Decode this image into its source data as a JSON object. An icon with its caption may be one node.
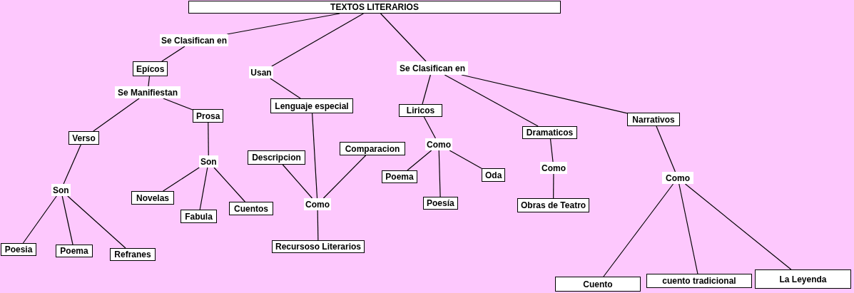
{
  "diagram": {
    "nodes": [
      {
        "text": [
          "TEXTOS LITERARIOS"
        ]
      },
      {
        "text": [
          "Se Clasifican en"
        ]
      },
      {
        "text": [
          "Epícos"
        ]
      },
      {
        "text": [
          "Se Manifiestan"
        ]
      },
      {
        "text": [
          "Prosa"
        ]
      },
      {
        "text": [
          "Verso"
        ]
      },
      {
        "text": [
          "Son"
        ]
      },
      {
        "text": [
          "Novelas"
        ]
      },
      {
        "text": [
          "Fabula"
        ]
      },
      {
        "text": [
          "Cuentos"
        ]
      },
      {
        "text": [
          "Son"
        ]
      },
      {
        "text": [
          "Poesia"
        ]
      },
      {
        "text": [
          "Poema"
        ]
      },
      {
        "text": [
          "Refranes"
        ]
      },
      {
        "text": [
          "Usan"
        ]
      },
      {
        "text": [
          "Lenguaje especial"
        ]
      },
      {
        "text": [
          "Descripcion"
        ]
      },
      {
        "text": [
          "Comparacion"
        ]
      },
      {
        "text": [
          "Como"
        ]
      },
      {
        "text": [
          "Recursoso Literarios"
        ]
      },
      {
        "text": [
          "Se Clasifican en"
        ]
      },
      {
        "text": [
          "Liricos"
        ]
      },
      {
        "text": [
          "Como"
        ]
      },
      {
        "text": [
          "Poema"
        ]
      },
      {
        "text": [
          "Poesía"
        ]
      },
      {
        "text": [
          "Oda"
        ]
      },
      {
        "text": [
          "Dramaticos"
        ]
      },
      {
        "text": [
          "Como"
        ]
      },
      {
        "text": [
          "Obras de Teatro"
        ]
      },
      {
        "text": [
          "Narrativos"
        ]
      },
      {
        "text": [
          "Como"
        ]
      },
      {
        "text": [
          "Cuento"
        ]
      },
      {
        "text": [
          "cuento tradicional"
        ]
      },
      {
        "text": [
          "La Leyenda"
        ]
      }
    ],
    "edges": [
      {
        "from": 0,
        "to": 1,
        "arrow": "none"
      },
      {
        "from": 1,
        "to": 2,
        "arrow": "none"
      },
      {
        "from": 2,
        "to": 3,
        "arrow": "none"
      },
      {
        "from": 3,
        "to": 5,
        "arrow": "none"
      },
      {
        "from": 3,
        "to": 4,
        "arrow": "none"
      },
      {
        "from": 5,
        "to": 6,
        "arrow": "none"
      },
      {
        "from": 6,
        "to": 11,
        "arrow": "none"
      },
      {
        "from": 6,
        "to": 12,
        "arrow": "none"
      },
      {
        "from": 6,
        "to": 13,
        "arrow": "none"
      },
      {
        "from": 4,
        "to": 10,
        "arrow": "none"
      },
      {
        "from": 10,
        "to": 7,
        "arrow": "none"
      },
      {
        "from": 10,
        "to": 8,
        "arrow": "none"
      },
      {
        "from": 10,
        "to": 9,
        "arrow": "none"
      },
      {
        "from": 0,
        "to": 14,
        "arrow": "none"
      },
      {
        "from": 14,
        "to": 15,
        "arrow": "none"
      },
      {
        "from": 15,
        "to": 18,
        "arrow": "none"
      },
      {
        "from": 16,
        "to": 18,
        "arrow": "none"
      },
      {
        "from": 17,
        "to": 18,
        "arrow": "none"
      },
      {
        "from": 18,
        "to": 19,
        "arrow": "none"
      },
      {
        "from": 0,
        "to": 20,
        "arrow": "none"
      },
      {
        "from": 20,
        "to": 21,
        "arrow": "none"
      },
      {
        "from": 20,
        "to": 26,
        "arrow": "none"
      },
      {
        "from": 20,
        "to": 29,
        "arrow": "none"
      },
      {
        "from": 21,
        "to": 22,
        "arrow": "none"
      },
      {
        "from": 22,
        "to": 23,
        "arrow": "none"
      },
      {
        "from": 22,
        "to": 24,
        "arrow": "none"
      },
      {
        "from": 22,
        "to": 25,
        "arrow": "none"
      },
      {
        "from": 26,
        "to": 27,
        "arrow": "none"
      },
      {
        "from": 27,
        "to": 28,
        "arrow": "none"
      },
      {
        "from": 29,
        "to": 30,
        "arrow": "none"
      },
      {
        "from": 30,
        "to": 31,
        "arrow": "none"
      },
      {
        "from": 30,
        "to": 32,
        "arrow": "none"
      },
      {
        "from": 30,
        "to": 33,
        "arrow": "none"
      }
    ]
  }
}
